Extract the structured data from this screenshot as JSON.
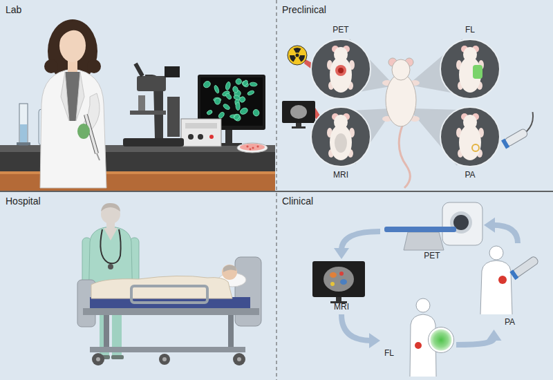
{
  "diagram": {
    "nodes": [
      {
        "text": [
          "Lab"
        ]
      },
      {
        "text": [
          "Preclinical"
        ]
      },
      {
        "text": [
          "PET"
        ],
        "in": 1
      },
      {
        "text": [
          "FL"
        ],
        "in": 1
      },
      {
        "text": [
          "MRI"
        ],
        "in": 1
      },
      {
        "text": [
          "PA"
        ],
        "in": 1
      },
      {
        "text": [
          "Hospital"
        ]
      },
      {
        "text": [
          "Clinical"
        ]
      },
      {
        "text": [
          "PET"
        ],
        "in": 7
      },
      {
        "text": [
          "MRI"
        ],
        "in": 7
      },
      {
        "text": [
          "FL"
        ],
        "in": 7
      },
      {
        "text": [
          "PA"
        ],
        "in": 7
      }
    ],
    "edges": [
      {
        "from": 8,
        "to": 9,
        "arrow": "to"
      },
      {
        "from": 9,
        "to": 10,
        "arrow": "to"
      },
      {
        "from": 10,
        "to": 11,
        "arrow": "to"
      },
      {
        "from": 11,
        "to": 8,
        "arrow": "to"
      }
    ]
  }
}
